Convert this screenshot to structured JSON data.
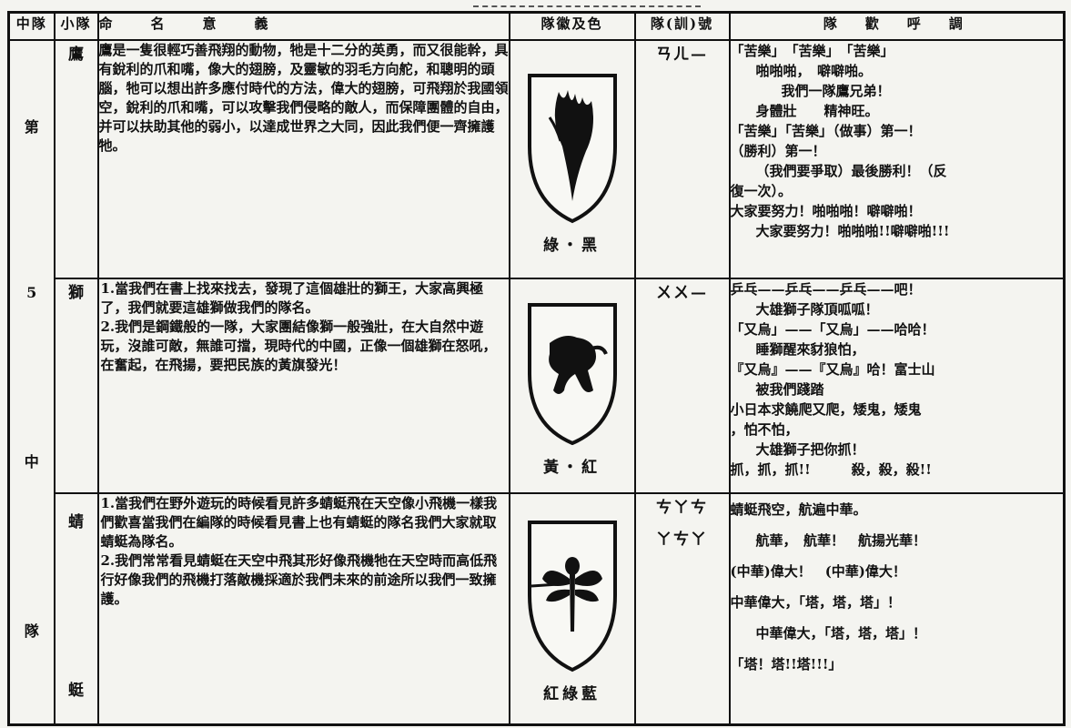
{
  "header": {
    "zhongdui": "中隊",
    "xiaodui": "小隊",
    "naming": "命　　名　　意　　義",
    "crest": "隊徽及色",
    "call": "隊(訓)號",
    "cheer": "隊　歡　呼　調"
  },
  "zhongdui_name": [
    "第",
    "5",
    "中",
    "隊"
  ],
  "squads": [
    {
      "name": "鷹",
      "paragraphs": [
        "鷹是一隻很輕巧善飛翔的動物，牠是十二分的英勇，而又很能幹，具有銳利的爪和嘴，像大的翅膀，及靈敏的羽毛方向舵，和聰明的頭腦，牠可以想出許多應付時代的方法，偉大的翅膀，可飛翔於我國領空，銳利的爪和嘴，可以攻擊我們侵略的敵人，而保障團體的自由，并可以扶助其他的弱小，以達成世界之大同，因此我們便一齊擁護牠。"
      ],
      "crest_colors": "綠・黑",
      "call": "ㄢㄦ—",
      "cheer": [
        "「苦樂」　「苦樂」　「苦樂」",
        "啪啪啪，　噼噼啪。",
        "我們一隊鷹兄弟！",
        "身體壯　　精神旺。",
        "「苦樂」「苦樂」（做事）第一！",
        "（勝利）第一！",
        "（我們要爭取）最後勝利！（反",
        "復一次）。",
        "大家要努力！啪啪啪！噼噼啪！",
        "大家要努力！啪啪啪!!噼噼啪!!!"
      ]
    },
    {
      "name": "獅",
      "items": [
        "1.當我們在書上找來找去，發現了這個雄壯的獅王，大家高興極了，我們就要這雄獅做我們的隊名。",
        "2.我們是鋼鐵般的一隊，大家團結像獅一般強壯，在大自然中遊玩，沒誰可敵，無誰可擋，現時代的中國，正像一個雄獅在怒吼，在奮起，在飛揚，要把民族的黃旗發光！"
      ],
      "crest_colors": "黃・紅",
      "call": "ㄨㄨ—",
      "cheer": [
        "乒乓——乒乓——乒乓——吧！",
        "大雄獅子隊頂呱呱！",
        "「又烏」——「又烏」——哈哈！",
        "睡獅醒來豺狼怕，",
        "『又烏』——『又烏』哈！富士山",
        "被我們踐踏",
        "小日本求饒爬又爬，矮鬼，矮鬼",
        "，怕不怕，",
        "大雄獅子把你抓！",
        "抓，抓，抓!!　　　殺，殺，殺!!"
      ]
    },
    {
      "name": "蜻蜓",
      "name_top": "蜻",
      "name_bottom": "蜓",
      "items": [
        "1.當我們在野外遊玩的時候看見許多蜻蜓飛在天空像小飛機一樣我們歡喜當我們在編隊的時候看見書上也有蜻蜓的隊名我們大家就取蜻蜓為隊名。",
        "2.我們常常看見蜻蜓在天空中飛其形好像飛機牠在天空時而高低飛行好像我們的飛機打落敵機採適於我們未來的前途所以我們一致擁護。"
      ],
      "crest_colors": "紅綠藍",
      "call_lines": [
        "ㄘㄚㄘ",
        "ㄚㄘㄚ"
      ],
      "cheer": [
        "蜻蜓飛空，航遍中華。",
        "航華，　航華！　航揚光華！",
        "(中華)偉大！　(中華)偉大！",
        "中華偉大，「塔，塔，塔」！",
        "中華偉大，「塔，塔，塔」！",
        "「塔！塔!!塔!!!」"
      ]
    }
  ],
  "colors": {
    "ink": "#111111",
    "paper": "#f4f4f0"
  },
  "icons": [
    "eagle-crest-icon",
    "lion-crest-icon",
    "dragonfly-crest-icon"
  ]
}
